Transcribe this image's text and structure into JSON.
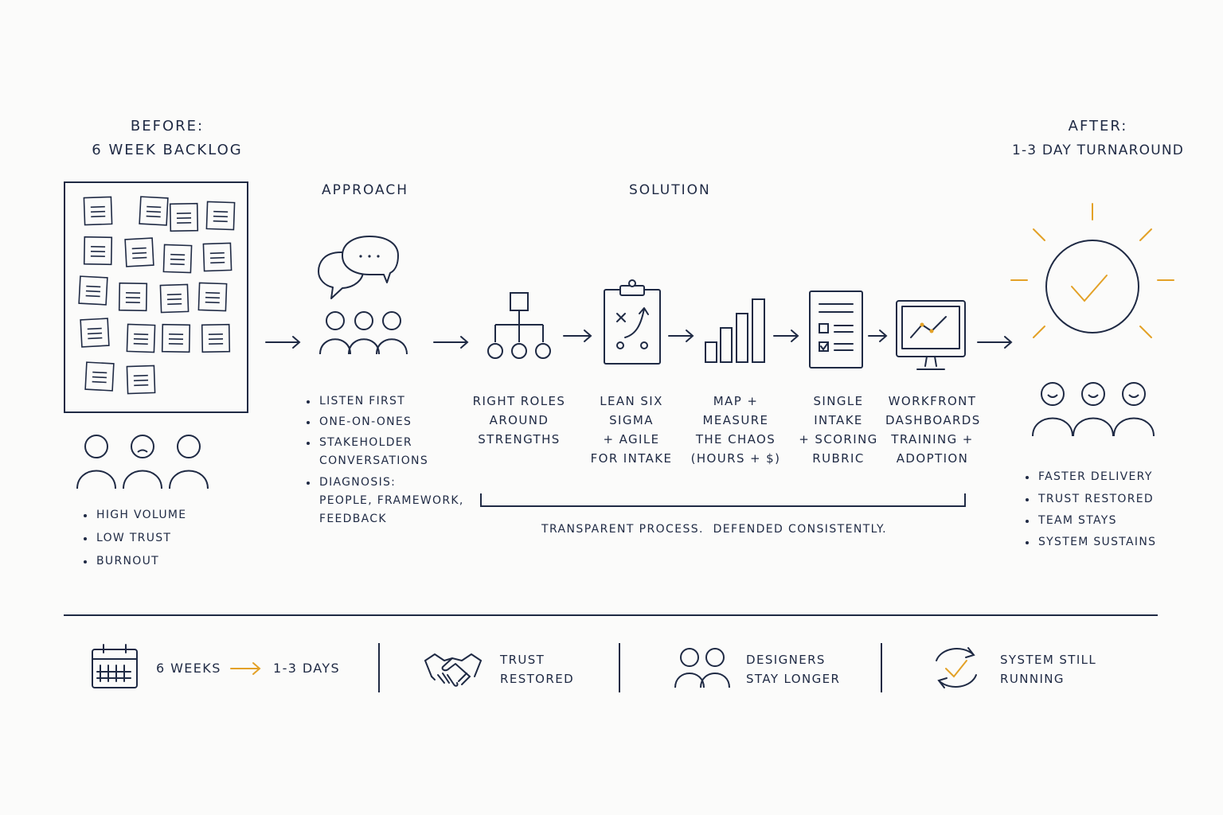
{
  "colors": {
    "ink": "#1f2a44",
    "accent": "#e3a127",
    "background": "#fbfbfa"
  },
  "before": {
    "title_line1": "BEFORE:",
    "title_line2": "6 WEEK BACKLOG",
    "bullets": [
      "HIGH VOLUME",
      "LOW TRUST",
      "BURNOUT"
    ]
  },
  "approach": {
    "title": "APPROACH",
    "bullets": [
      "LISTEN FIRST",
      "ONE-ON-ONES",
      "STAKEHOLDER\nCONVERSATIONS",
      "DIAGNOSIS:\nPEOPLE, FRAMEWORK,\nFEEDBACK"
    ]
  },
  "solution": {
    "title": "SOLUTION",
    "steps": [
      {
        "icon": "org-chart-icon",
        "label": "RIGHT ROLES\nAROUND\nSTRENGTHS"
      },
      {
        "icon": "clipboard-strategy-icon",
        "label": "LEAN SIX SIGMA\n+ AGILE\nFOR INTAKE"
      },
      {
        "icon": "bar-chart-icon",
        "label": "MAP + MEASURE\nTHE CHAOS\n(HOURS + $)"
      },
      {
        "icon": "checklist-form-icon",
        "label": "SINGLE INTAKE\n+ SCORING\nRUBRIC"
      },
      {
        "icon": "dashboard-monitor-icon",
        "label": "WORKFRONT\nDASHBOARDS\nTRAINING +\nADOPTION"
      }
    ],
    "bracket_caption": "TRANSPARENT PROCESS.  DEFENDED CONSISTENTLY."
  },
  "after": {
    "title_line1": "AFTER:",
    "title_line2": "1-3 DAY TURNAROUND",
    "bullets": [
      "FASTER DELIVERY",
      "TRUST RESTORED",
      "TEAM STAYS",
      "SYSTEM SUSTAINS"
    ]
  },
  "footer": {
    "metric_from": "6 WEEKS",
    "metric_to": "1-3 DAYS",
    "trust": "TRUST\nRESTORED",
    "designers": "DESIGNERS\nSTAY LONGER",
    "system": "SYSTEM STILL\nRUNNING"
  }
}
